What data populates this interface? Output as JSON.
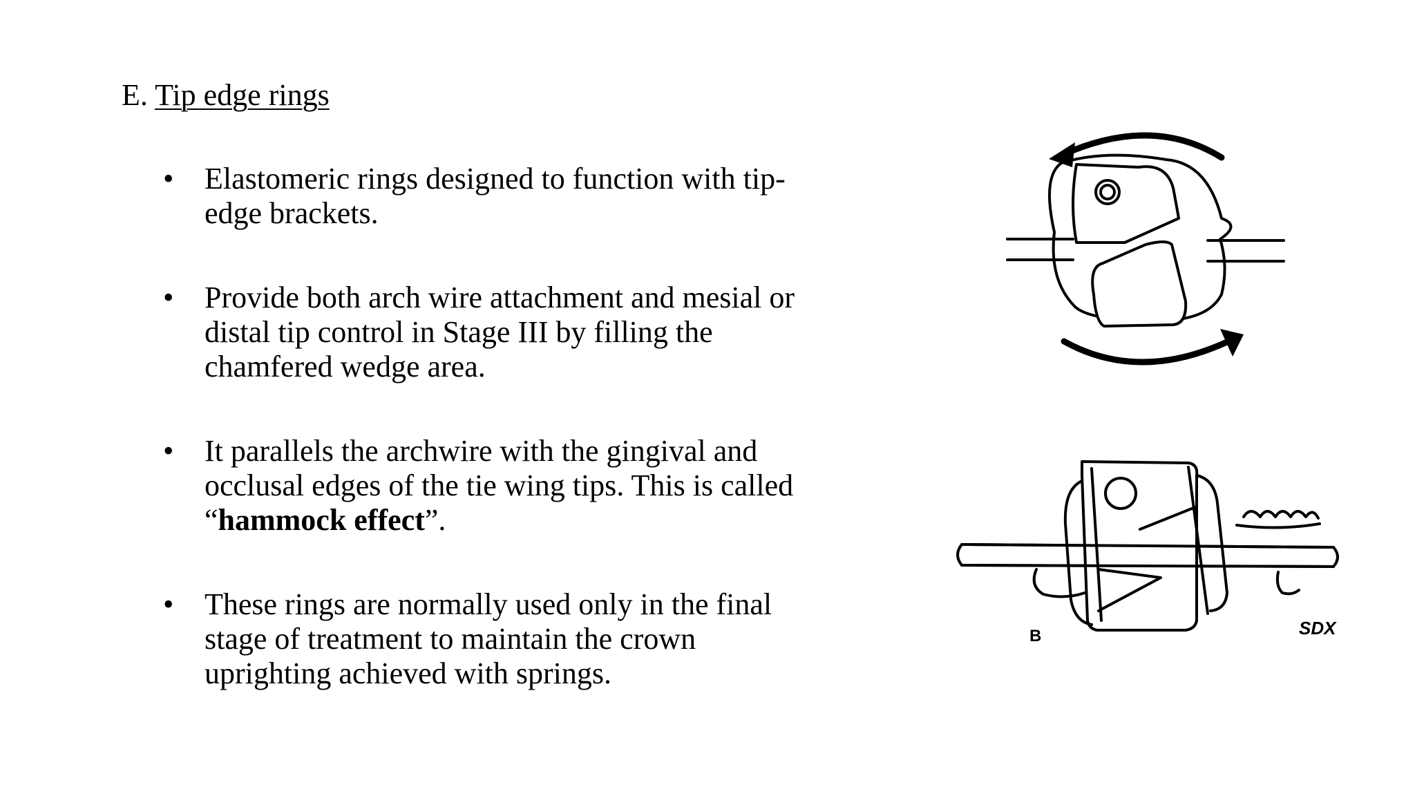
{
  "heading": {
    "prefix": "E. ",
    "title": "Tip edge rings"
  },
  "bullets": [
    {
      "lines": [
        "Elastomeric rings designed to function with tip-",
        "edge brackets."
      ]
    },
    {
      "lines": [
        "Provide both arch wire attachment and mesial or",
        "distal tip control in Stage III by filling the",
        "chamfered wedge area."
      ]
    },
    {
      "lines": [
        "It parallels the archwire with the gingival and",
        "occlusal edges of the tie wing tips. This is called"
      ],
      "last_before": "“",
      "last_bold": "hammock effect",
      "last_after": "”."
    },
    {
      "lines": [
        "These rings are normally used only in the final",
        "stage of treatment to maintain the crown",
        "uprighting achieved with springs."
      ]
    }
  ],
  "bullet_symbol": "•",
  "figures": {
    "top": {
      "icon": "rotating-bracket-ring-illustration"
    },
    "bottom": {
      "icon": "bracket-on-archwire-illustration",
      "corner_mark_left": "B",
      "corner_mark_right": "SDX"
    }
  }
}
